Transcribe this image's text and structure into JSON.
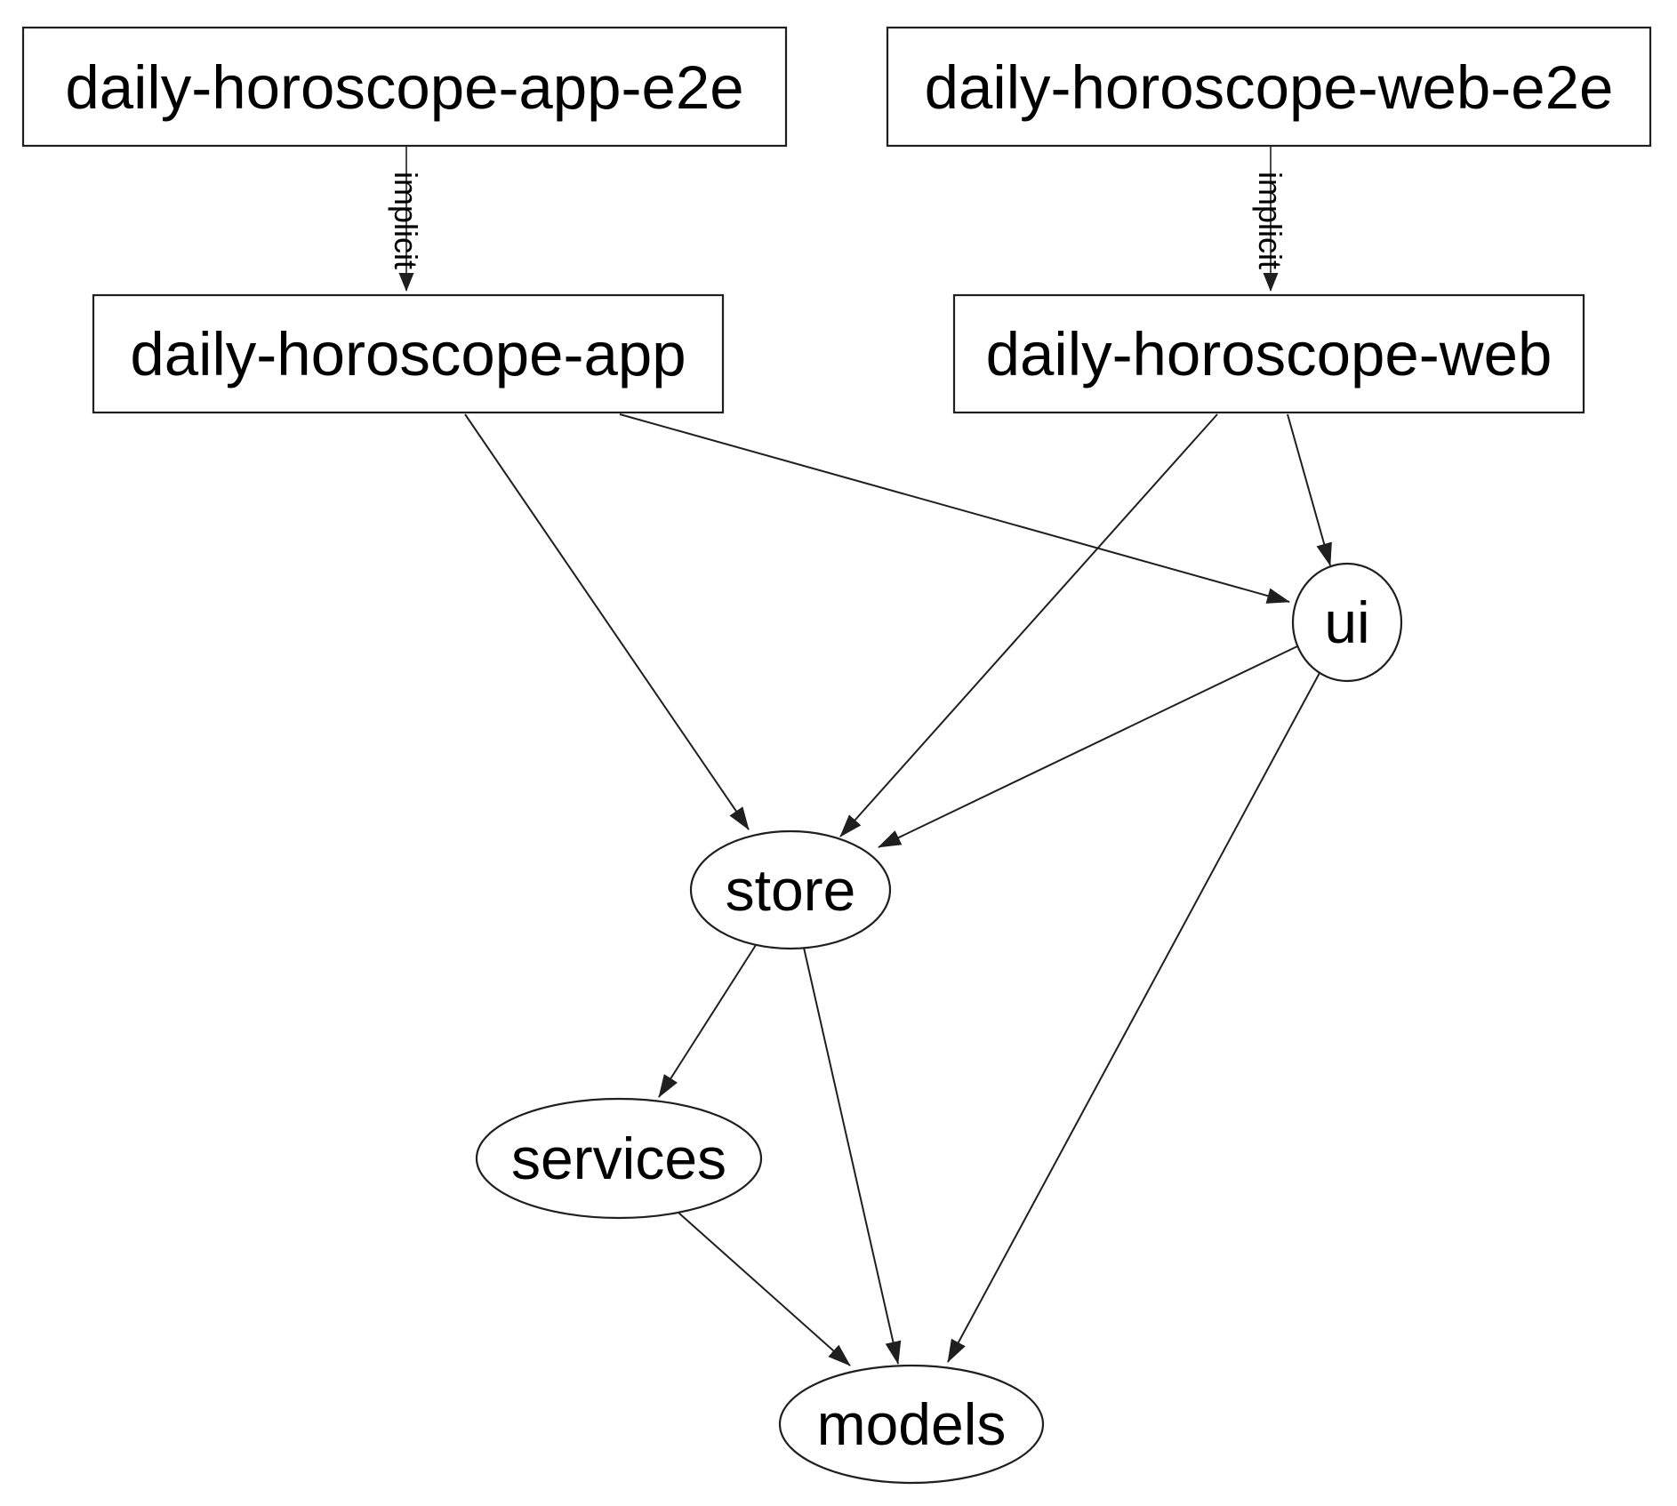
{
  "diagram": {
    "type": "dependency-graph",
    "background_color": "#ffffff",
    "line_color": "#1f1f1f",
    "text_color": "#000000"
  },
  "nodes": {
    "app_e2e": {
      "label": "daily-horoscope-app-e2e",
      "shape": "rectangle"
    },
    "web_e2e": {
      "label": "daily-horoscope-web-e2e",
      "shape": "rectangle"
    },
    "app": {
      "label": "daily-horoscope-app",
      "shape": "rectangle"
    },
    "web": {
      "label": "daily-horoscope-web",
      "shape": "rectangle"
    },
    "ui": {
      "label": "ui",
      "shape": "ellipse"
    },
    "store": {
      "label": "store",
      "shape": "ellipse"
    },
    "services": {
      "label": "services",
      "shape": "ellipse"
    },
    "models": {
      "label": "models",
      "shape": "ellipse"
    }
  },
  "edges": [
    {
      "from": "daily-horoscope-app-e2e",
      "to": "daily-horoscope-app",
      "label": "implicit"
    },
    {
      "from": "daily-horoscope-web-e2e",
      "to": "daily-horoscope-web",
      "label": "implicit"
    },
    {
      "from": "daily-horoscope-app",
      "to": "ui",
      "label": ""
    },
    {
      "from": "daily-horoscope-app",
      "to": "store",
      "label": ""
    },
    {
      "from": "daily-horoscope-web",
      "to": "ui",
      "label": ""
    },
    {
      "from": "daily-horoscope-web",
      "to": "store",
      "label": ""
    },
    {
      "from": "ui",
      "to": "store",
      "label": ""
    },
    {
      "from": "ui",
      "to": "models",
      "label": ""
    },
    {
      "from": "store",
      "to": "services",
      "label": ""
    },
    {
      "from": "store",
      "to": "models",
      "label": ""
    },
    {
      "from": "services",
      "to": "models",
      "label": ""
    }
  ]
}
